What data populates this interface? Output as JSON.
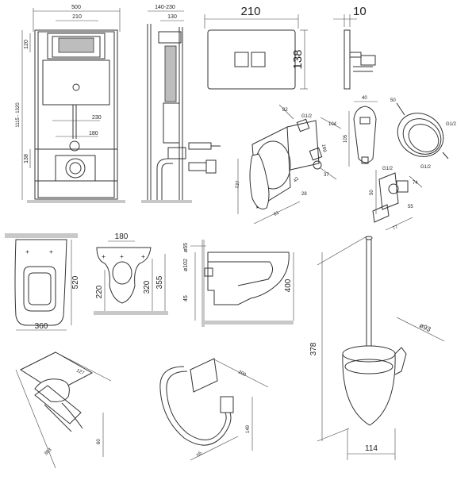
{
  "frame": {
    "width": "500",
    "inner": "210",
    "top": "120",
    "height_range": "1115 - 1320",
    "pipe_h": "230",
    "pipe_w": "180",
    "bottom": "138"
  },
  "side": {
    "depth_range": "140-230",
    "depth": "130"
  },
  "plate": {
    "width": "210",
    "height": "138",
    "thickness": "10"
  },
  "mixer": {
    "labels": [
      "82",
      "137",
      "61",
      "42",
      "104",
      "169",
      "37",
      "28",
      "G1/2"
    ]
  },
  "hygienic_shower": {
    "labels": [
      "105",
      "40",
      "50",
      "G1/2",
      "G1/2",
      "50",
      "77",
      "74",
      "55",
      "G1/2"
    ]
  },
  "toilet_top": {
    "width": "360",
    "length": "520"
  },
  "toilet_front": {
    "top": "180",
    "h1": "220",
    "h2": "320",
    "h3": "355"
  },
  "toilet_side": {
    "outlet": "ø55",
    "inlet": "ø102",
    "low": "45",
    "height": "400"
  },
  "holder": {
    "labels": [
      "127",
      "363",
      "60"
    ]
  },
  "towel_ring": {
    "labels": [
      "200",
      "55",
      "149"
    ]
  },
  "brush": {
    "height": "378",
    "diameter": "ø93",
    "width": "114"
  }
}
